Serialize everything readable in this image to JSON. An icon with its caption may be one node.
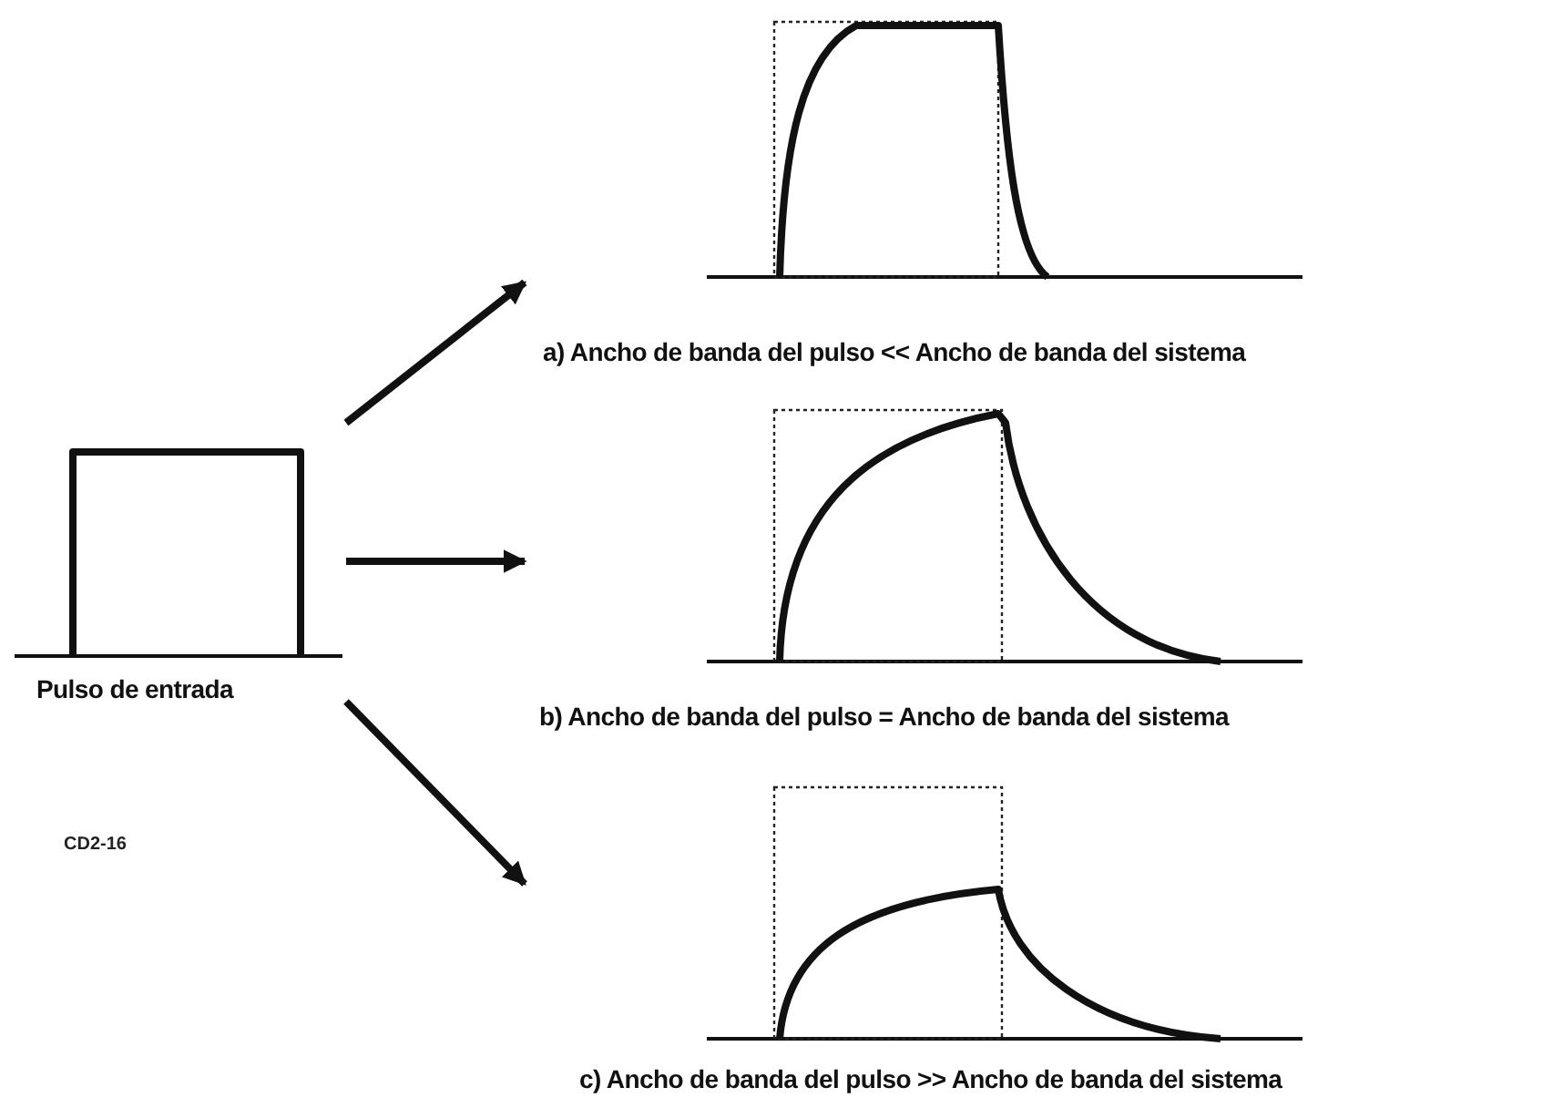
{
  "diagram": {
    "nodes": [
      {
        "text": [
          "Pulso de entrada"
        ]
      },
      {
        "text": [
          "a)  Ancho de banda del pulso << Ancho de banda del sistema"
        ]
      },
      {
        "text": [
          "b)  Ancho de banda del pulso = Ancho de banda del sistema"
        ]
      },
      {
        "text": [
          "c)  Ancho de banda del pulso >> Ancho de banda del sistema"
        ]
      }
    ],
    "edges": [
      {
        "from": 0,
        "to": 1,
        "arrow": "to"
      },
      {
        "from": 0,
        "to": 2,
        "arrow": "to"
      },
      {
        "from": 0,
        "to": 3,
        "arrow": "to"
      }
    ],
    "labels": [
      "CD2-16"
    ]
  }
}
